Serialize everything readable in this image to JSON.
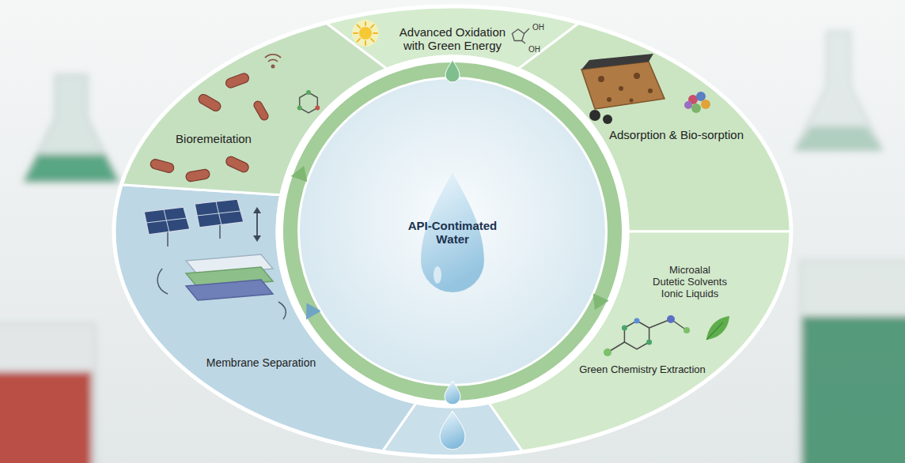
{
  "diagram": {
    "nodes": [
      {
        "text": [
          "API-Contimated Water"
        ]
      },
      {
        "text": [
          "Advanced Oxidation with Green Energy"
        ]
      },
      {
        "text": [
          "Adsorption & Bio-sorption"
        ]
      },
      {
        "text": [
          "Microalal Dutetic Solvents Ionic Liquids",
          "Green Chemistry Extraction"
        ]
      },
      {
        "text": [
          "Membrane Separation"
        ]
      },
      {
        "text": [
          "Bioremeitation"
        ]
      }
    ],
    "labels": [
      "OH",
      "OH"
    ]
  }
}
